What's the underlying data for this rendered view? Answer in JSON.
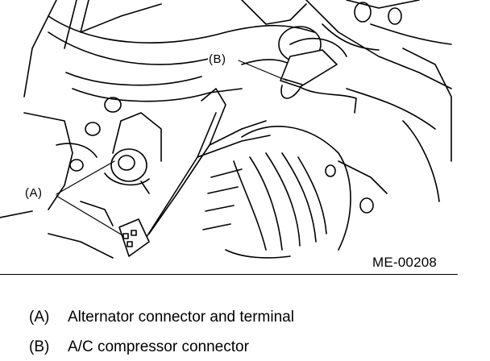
{
  "figure": {
    "id": "ME-00208",
    "callouts": {
      "a": "(A)",
      "b": "(B)"
    }
  },
  "legend": [
    {
      "key": "(A)",
      "text": "Alternator connector and terminal"
    },
    {
      "key": "(B)",
      "text": "A/C compressor connector"
    }
  ]
}
